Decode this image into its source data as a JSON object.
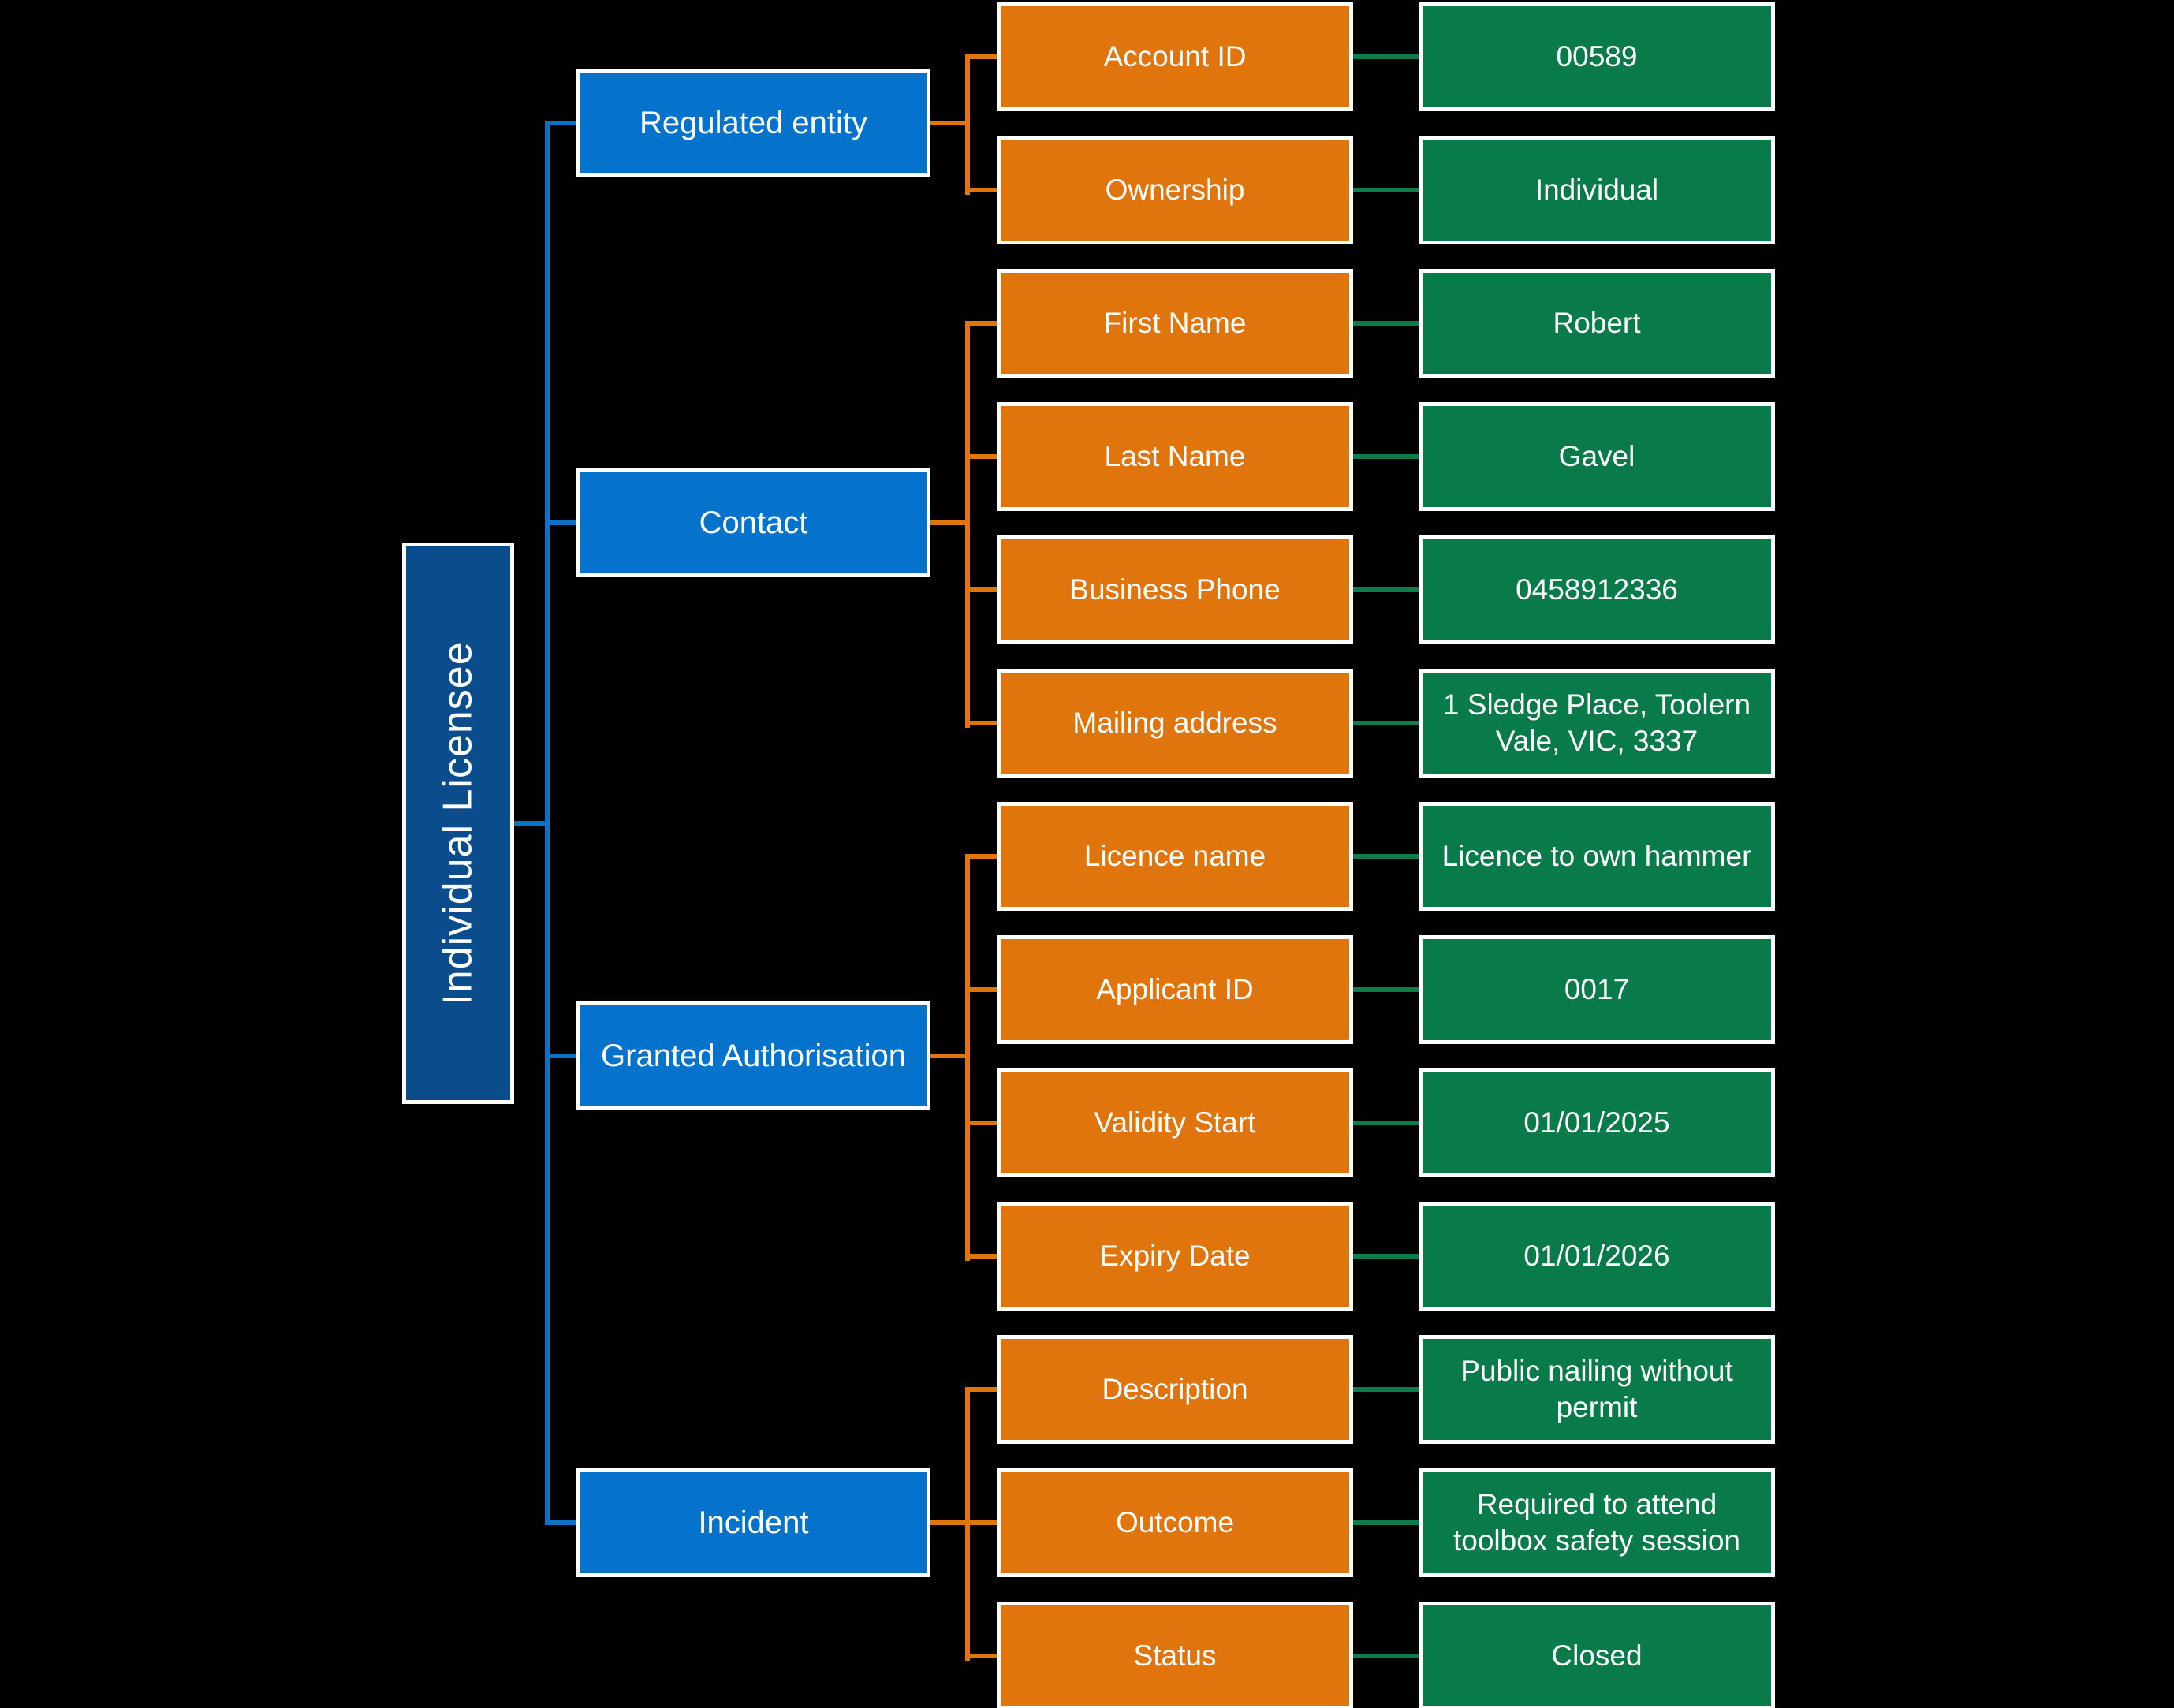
{
  "diagram": {
    "title": "Individual Licensee data model tree",
    "root": {
      "label": "Individual Licensee"
    },
    "groups": [
      {
        "label": "Regulated entity",
        "fields": [
          {
            "label": "Account ID",
            "value": "00589"
          },
          {
            "label": "Ownership",
            "value": "Individual"
          }
        ]
      },
      {
        "label": "Contact",
        "fields": [
          {
            "label": "First Name",
            "value": "Robert"
          },
          {
            "label": "Last Name",
            "value": "Gavel"
          },
          {
            "label": "Business Phone",
            "value": "0458912336"
          },
          {
            "label": "Mailing address",
            "value": "1 Sledge Place, Toolern Vale, VIC, 3337"
          }
        ]
      },
      {
        "label": "Granted Authorisation",
        "fields": [
          {
            "label": "Licence name",
            "value": "Licence to own hammer"
          },
          {
            "label": "Applicant ID",
            "value": "0017"
          },
          {
            "label": "Validity Start",
            "value": "01/01/2025"
          },
          {
            "label": "Expiry Date",
            "value": "01/01/2026"
          }
        ]
      },
      {
        "label": "Incident",
        "fields": [
          {
            "label": "Description",
            "value": "Public nailing without permit"
          },
          {
            "label": "Outcome",
            "value": "Required to attend toolbox safety session"
          },
          {
            "label": "Status",
            "value": "Closed"
          }
        ]
      }
    ],
    "colors": {
      "background": "#000000",
      "root_fill": "#0a4c8c",
      "group_fill": "#0573cb",
      "field_fill": "#e0750e",
      "value_fill": "#097b4a",
      "blue_connector": "#0b72c8",
      "orange_connector": "#e0750e",
      "green_connector": "#0f7d49",
      "box_border": "#ffffff",
      "text": "#ffffff"
    }
  }
}
